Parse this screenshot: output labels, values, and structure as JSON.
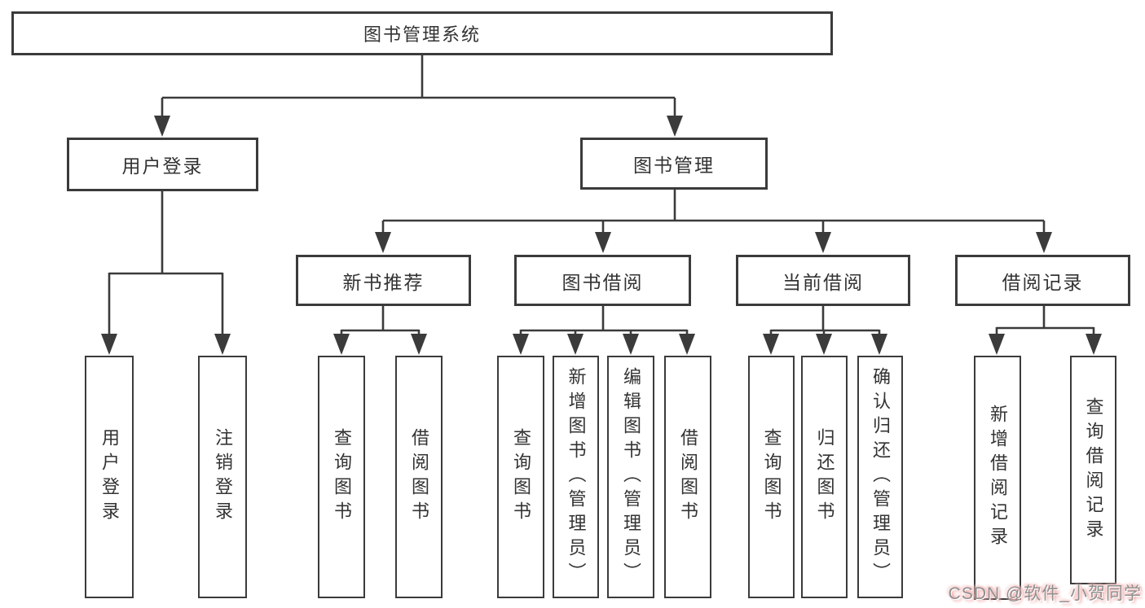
{
  "diagram": {
    "root": "图书管理系统",
    "branches": [
      {
        "label": "用户登录",
        "children": [
          "用户登录",
          "注销登录"
        ]
      },
      {
        "label": "图书管理",
        "groups": [
          {
            "label": "新书推荐",
            "children": [
              "查询图书",
              "借阅图书"
            ]
          },
          {
            "label": "图书借阅",
            "children": [
              "查询图书",
              "新增图书（管理员）",
              "编辑图书（管理员）",
              "借阅图书"
            ]
          },
          {
            "label": "当前借阅",
            "children": [
              "查询图书",
              "归还图书",
              "确认归还（管理员）"
            ]
          },
          {
            "label": "借阅记录",
            "children": [
              "新增借阅记录",
              "查询借阅记录"
            ]
          }
        ]
      }
    ]
  },
  "watermark": {
    "text": "CSDN @软件_小贺同学"
  },
  "colors": {
    "line": "#3b3b3b",
    "box_border": "#3b3b3b",
    "text": "#333333",
    "watermark_text": "#8f8f8f",
    "watermark_glow": "#f0a8a8",
    "background": "#ffffff"
  }
}
